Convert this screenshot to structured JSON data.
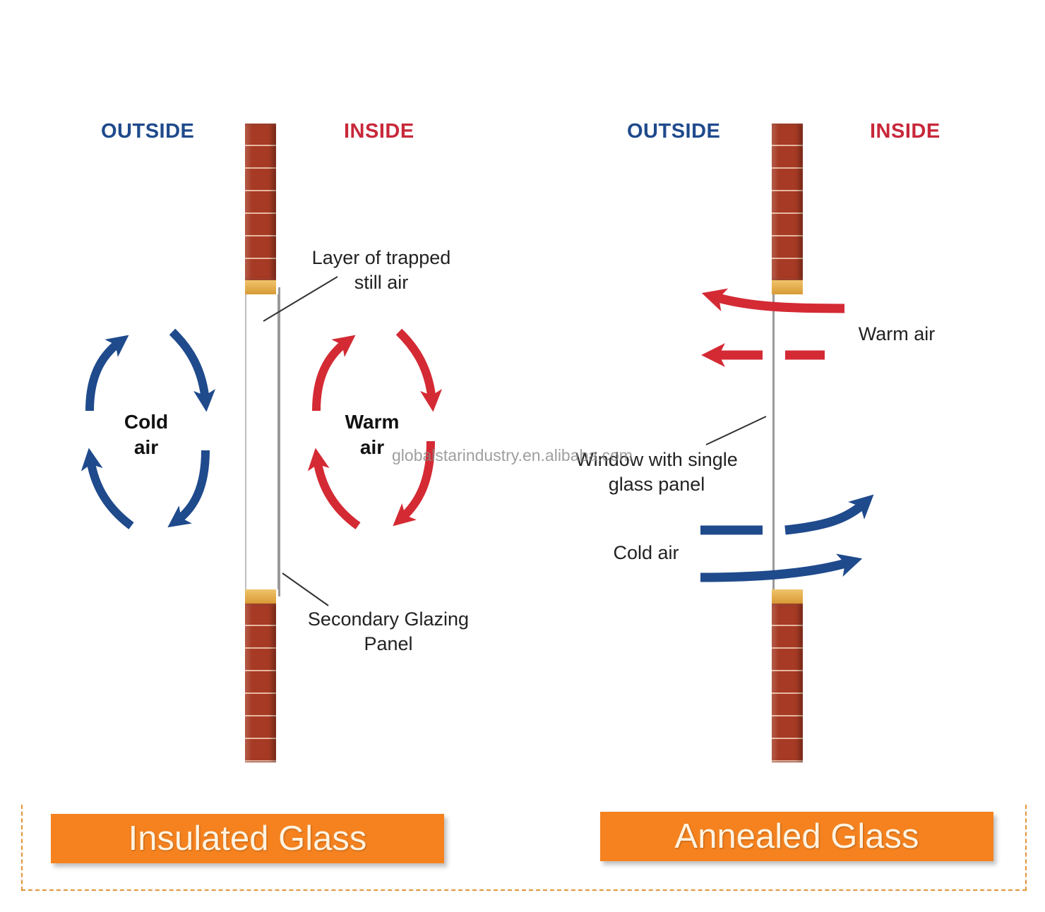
{
  "left_panel": {
    "outside_label": "OUTSIDE",
    "inside_label": "INSIDE",
    "trapped_air_label_line1": "Layer of trapped",
    "trapped_air_label_line2": "still air",
    "cold_air_line1": "Cold",
    "cold_air_line2": "air",
    "warm_air_line1": "Warm",
    "warm_air_line2": "air",
    "secondary_panel_line1": "Secondary Glazing",
    "secondary_panel_line2": "Panel",
    "title": "Insulated Glass"
  },
  "right_panel": {
    "outside_label": "OUTSIDE",
    "inside_label": "INSIDE",
    "warm_air_label": "Warm air",
    "window_label_line1": "Window with single",
    "window_label_line2": "glass panel",
    "cold_air_label": "Cold air",
    "title": "Annealed Glass"
  },
  "watermark": "globalstarindustry.en.alibaba.com",
  "colors": {
    "cold": "#1f4a8c",
    "warm": "#d42a34",
    "brick": "#a63a24",
    "badge": "#f5821f"
  }
}
